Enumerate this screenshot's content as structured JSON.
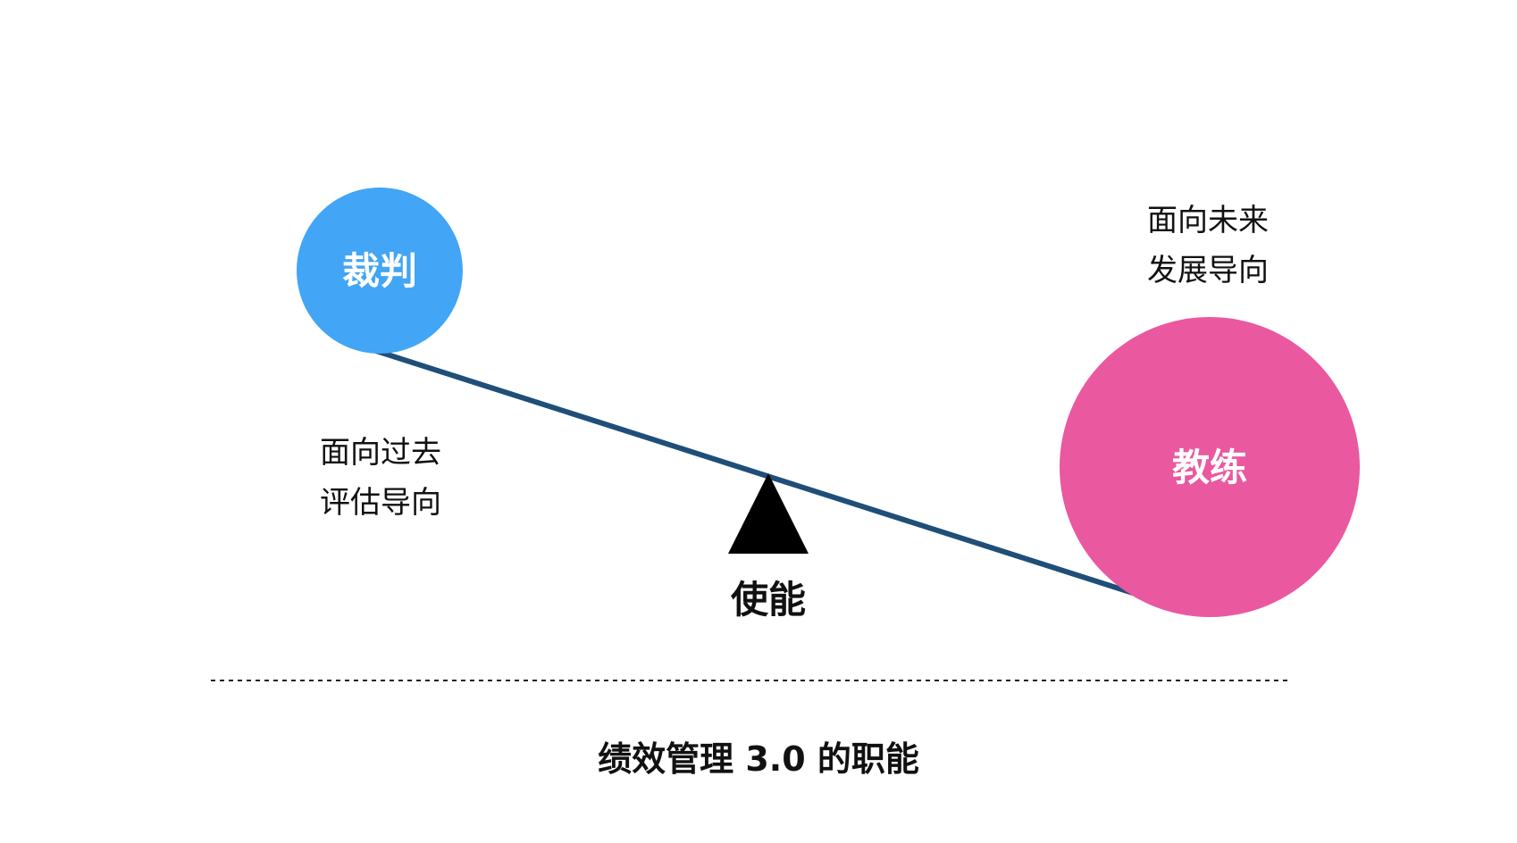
{
  "left_node": {
    "label": "裁判",
    "color": "#42a5f5",
    "note_line1": "面向过去",
    "note_line2": "评估导向"
  },
  "right_node": {
    "label": "教练",
    "color": "#ea58a0",
    "note_line1": "面向未来",
    "note_line2": "发展导向"
  },
  "fulcrum": {
    "label": "使能",
    "color": "#000000"
  },
  "beam": {
    "color": "#1f4e79"
  },
  "caption": "绩效管理 3.0 的职能"
}
